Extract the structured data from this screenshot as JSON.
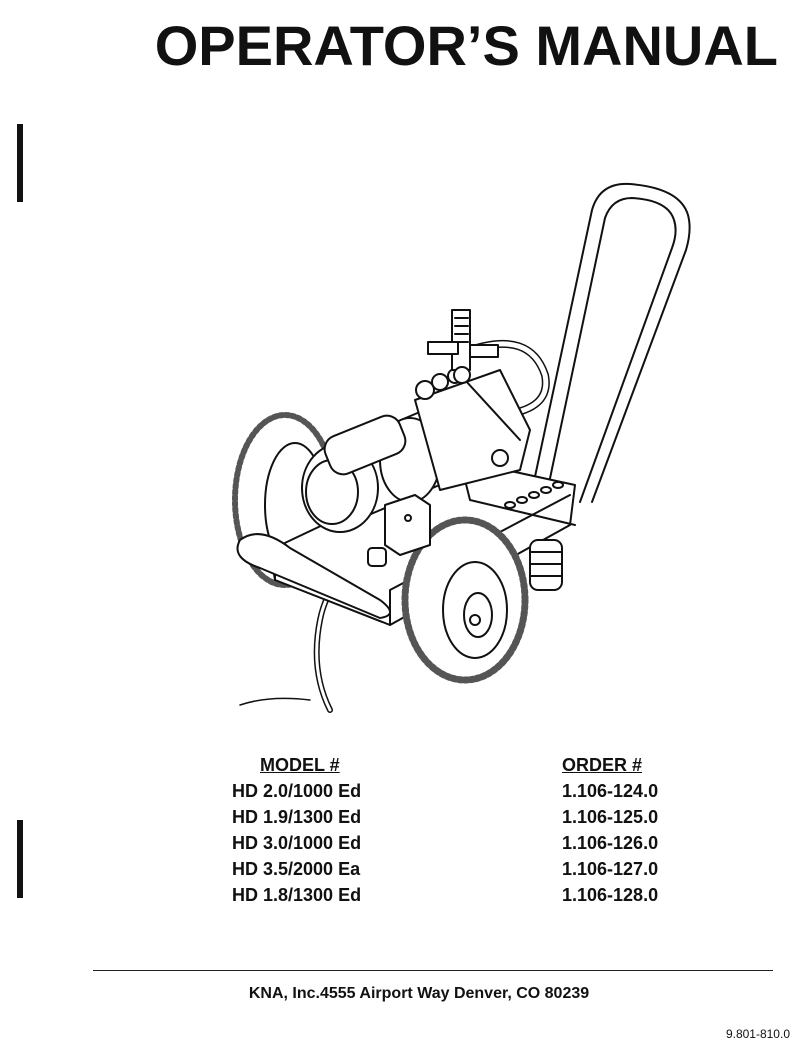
{
  "title": "OPERATOR’S MANUAL",
  "table": {
    "headers": {
      "model": "MODEL #",
      "order": "ORDER #"
    },
    "rows": [
      {
        "model": "HD 2.0/1000 Ed",
        "order": "1.106-124.0"
      },
      {
        "model": "HD 1.9/1300 Ed",
        "order": "1.106-125.0"
      },
      {
        "model": "HD 3.0/1000 Ed",
        "order": "1.106-126.0"
      },
      {
        "model": "HD 3.5/2000 Ea",
        "order": "1.106-127.0"
      },
      {
        "model": "HD 1.8/1300 Ed",
        "order": "1.106-128.0"
      }
    ]
  },
  "footer": {
    "address": "KNA, Inc.4555 Airport Way Denver, CO  80239",
    "doc_number": "9.801-810.0"
  }
}
